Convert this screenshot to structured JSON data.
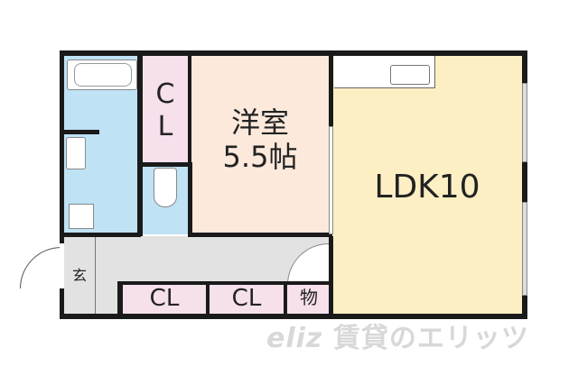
{
  "floorplan": {
    "rooms": {
      "western_room": {
        "name": "洋室",
        "size": "5.5帖",
        "color": "#fce9dc"
      },
      "ldk": {
        "name": "LDK10",
        "color": "#fdefc4"
      },
      "closet_top": {
        "label_line1": "C",
        "label_line2": "L",
        "color": "#f5e0ec"
      },
      "closet_bottom_left": {
        "label": "CL",
        "color": "#f5e0ec"
      },
      "closet_bottom_right": {
        "label": "CL",
        "color": "#f5e0ec"
      },
      "storage": {
        "label": "物",
        "color": "#f5e0ec"
      },
      "entrance": {
        "label": "玄",
        "color": "#e2e2e2"
      },
      "hallway": {
        "color": "#e2e2e2"
      },
      "bathroom": {
        "color": "#bfe2f5"
      },
      "washroom": {
        "color": "#bfe2f5"
      },
      "toilet": {
        "color": "#bfe2f5"
      }
    },
    "watermark": {
      "logo": "eliz",
      "text": "賃貸のエリッツ"
    }
  }
}
